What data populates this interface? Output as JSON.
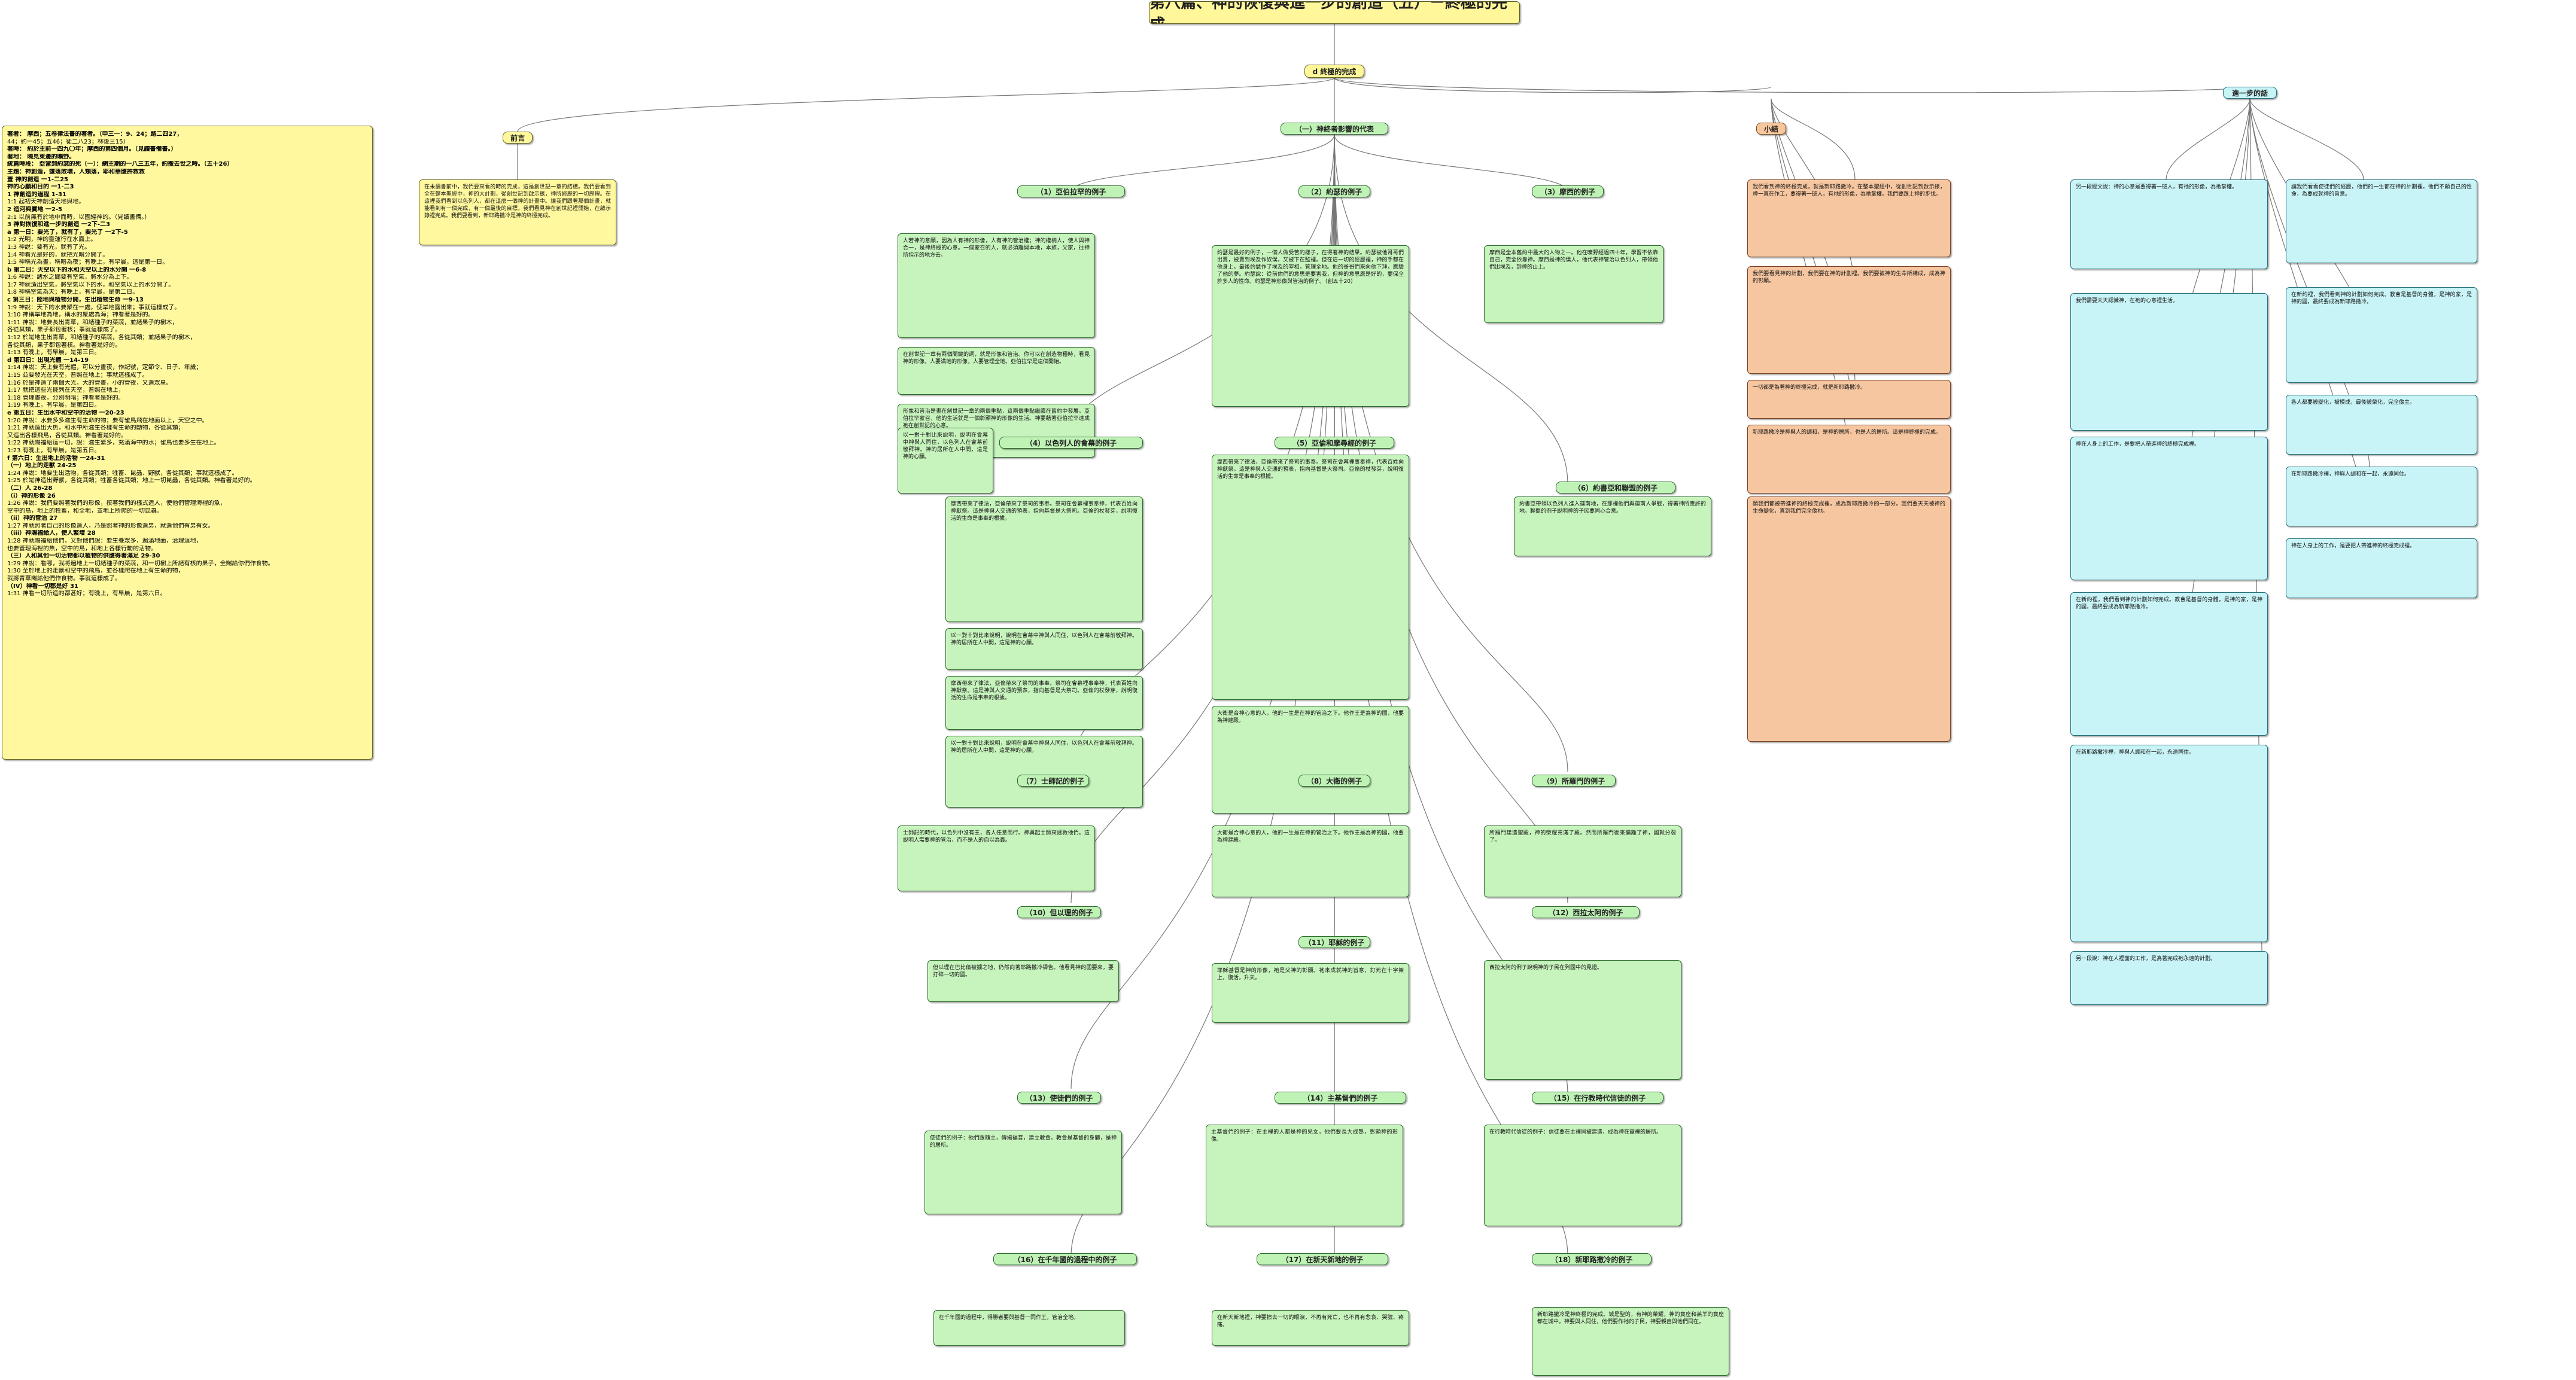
{
  "title": "第八篇、神的恢復與進一步的創造（五）－終極的完成",
  "root": "d 終極的完成",
  "branches": {
    "intro": "前言",
    "main": "（一）神終者影響的代表",
    "summary": "小結",
    "further": "進一步的話"
  },
  "groups": {
    "g1": "（1）亞伯拉罕的例子",
    "g2": "（2）約瑟的例子",
    "g3": "（3）摩西的例子",
    "g4": "（4）以色列人的會幕的例子",
    "g5": "（5）亞倫和摩尋經的例子",
    "g6": "（6）約書亞和聯盟的例子",
    "g7": "（7）士師記的例子",
    "g8": "（8）大衛的例子",
    "g9": "（9）所羅門的例子",
    "g10": "（10）但以理的例子",
    "g11": "（11）耶穌的例子",
    "g12": "（12）西拉太阿的例子",
    "g13": "（13）使徒們的例子",
    "g14": "（14）主基督們的例子",
    "g15": "（15）在行教時代信徒的例子",
    "g16": "（16）在千年國的過程中的例子",
    "g17": "（17）在新天新地的例子",
    "g18": "（18）新耶路撒冷的例子"
  },
  "outline": [
    "著者：   摩西；五卷律法書的著者。（申三一：9、24；路二四27，",
    "44；約一45；五46；徒二八23；林後三15）",
    "著時：   約於主前一四九〇年；摩西的第四個月。（見讀書備書。）",
    "著地：   曉見東邊的曠野。",
    "統篇時段：   亞當到約瑟的死（一）：網主期的一八三五年，約撒去世之時。（五十26）",
    "主題：神創造，墮落敗壞，人類落，耶和華應許救救",
    "壹   神的創造   一1-二25",
    "   神的心願和目的   一1-二3",
    "1    神創造的過程   1-31",
    "1:1  起初天神創造天地與地。",
    "2    造河與寶地   一2-5",
    "2:1  以前無有於地中而時，以國經神的。（見讀書備。）",
    "3    神對恢復和進一步的創造   一2下-二3",
    "a    第一日：要光了，就有了，要光了   一2下-5",
    "1:2  光明，神的靈運行在水面上。",
    "1:3  神說：要有光，就有了光。",
    "1:4  神看光是好的，就把光暗分開了。",
    "1:5  神稱光為畫，稱暗為夜；有晚上，有早晨，這是第一日。",
    "b    第二日：天空以下的水和天空以上的水分開   一6-8",
    "1:6  神說：諸水之間要有空氣，將水分為上下。",
    "1:7  神就造出空氣，將空氣以下的水，和空氣以上的水分開了。",
    "1:8  神稱空氣為天；有晚上，有早晨，是第二日。",
    "c    第三日：陸地與植物分開，生出植物生命   一9-13",
    "1:9  神說：天下的水要聚在一處，使旱地露出來；事就這樣成了。",
    "1:10 神稱旱地為地，稱水的聚處為海；神看著是好的。",
    "1:11 神說：地要長出青草，和結種子的菜蔬，並結果子的樹木，",
    "各從其類，果子都包著核；事就這樣成了。",
    "1:12 於是地生出青草，和結種子的菜蔬，各從其類；並結果子的樹木，",
    "各從其類，果子都包著核。神看著是好的。",
    "1:13 有晚上，有早晨，是第三日。",
    "d    第四日：出現光體   一14-19",
    "1:14 神說：天上要有光體，可以分晝夜，作記號，定節令、日子、年歲；",
    "1:15 並要發光在天空，普照在地上；事就這樣成了。",
    "1:16 於是神造了兩個大光，大的管晝，小的管夜，又造眾星。",
    "1:17 就把這些光擺列在天空，普照在地上，",
    "1:18 管理晝夜，分別明暗；神看著是好的。",
    "1:19 有晚上，有早晨，是第四日。",
    "e    第五日：生出水中和空中的活物   一20-23",
    "1:20 神說：水要多多滋生有生命的物；要有雀鳥飛在地面以上，天空之中。",
    "1:21 神就造出大魚，和水中所滋生各樣有生命的動物，各從其類；",
    "又造出各樣飛鳥，各從其類。神看著是好的。",
    "1:22 神就賜福給這一切，說：滋生繁多，充滿海中的水；雀鳥也要多生在地上。",
    "1:23 有晚上，有早晨，是第五日。",
    "f    第六日：生出地上的活物   一24-31",
    "（一）地上的走獸   24-25",
    "1:24 神說：地要生出活物，各從其類；牲畜、昆蟲、野獸，各從其類；事就這樣成了。",
    "1:25 於是神造出野獸，各從其類；牲畜各從其類；地上一切昆蟲，各從其類。神看著是好的。",
    "（二）人   26-28",
    "（i）神的形像   26",
    "1:26 神說：我們要照著我們的形像，按著我們的樣式造人，使他們管理海裡的魚，",
    "空中的鳥，地上的牲畜，和全地，並地上所爬的一切昆蟲。",
    "（ii）神的管治   27",
    "1:27 神就照著自己的形像造人，乃是照著神的形像造男，就造他們有男有女。",
    "（iii）神賜福給人，使人繁增   28",
    "1:28 神就賜福給他們，又對他們說：要生養眾多，遍滿地面，治理這地，",
    "也要管理海裡的魚，空中的鳥，和地上各樣行動的活物。",
    "（三）人和其他一切活物都以植物的供應得著滿足   29-30",
    "1:29 神說：看哪，我將遍地上一切結種子的菜蔬，和一切樹上所結有核的果子，全賜給你們作食物。",
    "1:30 至於地上的走獸和空中的飛鳥，並各樣爬在地上有生命的物，",
    "我將青草賜給他們作食物。事就這樣成了。",
    "（IV）神看一切都是好   31",
    "1:31 神看一切所造的都甚好；有晚上，有早晨，是第六日。"
  ],
  "texts": {
    "intro": "在未讀書前中，我們要來看的時的完成，這是創世記一章的結構。我們要看到全在整本聖經中，神的大計劃，從創世記到啟示錄，神所經歷的一切歷程。在這裡我們看到以色列人，都在這麼一個神的計畫中。讓我們跟著那個計畫，就能看到有一個完成，有一個最後的目標。我們看見神在創世記裡開始，在啟示錄裡完成。我們要看到，新耶路撒冷是神的終極完成。",
    "g1a": "人若神的意願，因為人有神的形像，人有神的管治權；神的權柄人，使人與神合一，是神終極的心意。一個蒙召的人，就必須離開本地，本族，父家，往神所指示的地方去。",
    "g1b": "在創世記一章有兩個關鍵的詞，就是形像和管治。你可以在創造物種時，看見神的形像。人要滿地的形像，人要管理全地。亞伯拉罕是這個開始。",
    "g1c": "形像和管治是畫在創世記一章的兩個重點，這兩個重點繼續在舊約中發展。亞伯拉罕蒙召，他的生活就是一個彰顯神的形像的生活。神要藉著亞伯拉罕達成祂在創世記的心意。",
    "g2a": "約瑟是最好的例子，一個人做受苦的樣子，在得著神的結果。約瑟被他哥哥們出賣，被賣到埃及作奴僕，又被下在監裡。但在這一切的經歷裡，神的手都在他身上。最後約瑟作了埃及的宰相，管理全地。他的哥哥們來向他下拜，應驗了他的夢。約瑟說：從前你們的意思是要害我，但神的意思原是好的，要保全許多人的性命。約瑟是神形像與管治的例子。（創五十20）",
    "g3a": "摩西是全本舊約中最大的人物之一。他在曠野經過四十年，學習不依靠自己，完全依靠神。摩西是神的僕人，他代表神管治以色列人，帶領他們出埃及，到神的山上。",
    "g4a": "以一對十對比來說明，說明在會幕中神與人同住，以色列人在會幕前敬拜神。神的居所在人中間，這是神的心願。",
    "g5a": "摩西帶來了律法，亞倫帶來了祭司的事奉。祭司在會幕裡事奉神，代表百姓向神獻祭。這是神與人交通的預表，指向基督是大祭司。亞倫的杖發芽，說明復活的生命是事奉的根據。",
    "g6a": "約書亞帶領以色列人進入迦南地，在那裡他們與迦南人爭戰，得著神所應許的地。聯盟的例子說明神的子民要同心合意。",
    "g7a": "士師記的時代，以色列中沒有王，各人任意而行。神興起士師來拯救他們。這說明人需要神的管治，而不是人的自以為義。",
    "g8a": "大衛是合神心意的人，他的一生是在神的管治之下。他作王是為神的國，他要為神建殿。",
    "g9a": "所羅門建造聖殿，神的榮耀充滿了殿。然而所羅門後來偏離了神，國就分裂了。",
    "g10a": "但以理在巴比倫被擄之地，仍然向著耶路撒冷禱告。他看見神的國要來，要打碎一切的國。",
    "g11a": "耶穌基督是神的形像，祂是父神的彰顯。祂來成就神的旨意，釘死在十字架上，復活，升天。",
    "g12a": "西拉太阿的例子說明神的子民在列國中的見證。",
    "g13a": "使徒們的例子：他們跟隨主，傳揚福音，建立教會。教會是基督的身體，是神的居所。",
    "g14a": "主基督們的例子：在主裡的人都是神的兒女，他們要長大成熟，彰顯神的形像。",
    "g15a": "在行教時代信徒的例子：信徒要在主裡同被建造，成為神在靈裡的居所。",
    "g16a": "在千年國的過程中，得勝者要與基督一同作王，管治全地。",
    "g17a": "在新天新地裡，神要擦去一切的眼淚，不再有死亡，也不再有悲哀、哭號、疼痛。",
    "g18a": "新耶路撒冷是神終極的完成。城是聖的，有神的榮耀，神的寶座和羔羊的寶座都在城中。神要與人同住，他們要作祂的子民，神要親自與他們同在。",
    "sum1": "我們看到神的終極完成，就是新耶路撒冷。在整本聖經中，從創世記到啟示錄，神一直在作工，要得著一班人，有祂的形像，為祂掌權。我們要跟上神的步伐。",
    "sum2": "我們要看見神的計劃，我們要在神的計劃裡。我們要被神的生命所構成，成為神的彰顯。",
    "sum3": "一切都是為著神的終極完成，就是新耶路撒冷。",
    "sum4": "新耶路撒冷是神與人的調和，是神的居所，也是人的居所。這是神終極的完成。",
    "sum5": "願我們都被帶進神的終極完成裡，成為新耶路撒冷的一部分。我們要天天被神的生命變化，直到我們完全像祂。",
    "fur1": "另一段經文說：神的心意是要得著一班人，有祂的形像，為祂掌權。",
    "fur2": "讓我們看看使徒們的經歷，他們的一生都在神的計劃裡。他們不顧自己的性命，為要成就神的旨意。",
    "fur3": "我們需要天天認識神，在祂的心意裡生活。",
    "fur4": "在新約裡，我們看到神的計劃如何完成。教會是基督的身體，是神的家，是神的國，最終要成為新耶路撒冷。",
    "fur5": "各人都要被變化，被模成，最後被榮化，完全像主。",
    "fur6": "神在人身上的工作，是要把人帶進神的終極完成裡。",
    "fur7": "在新耶路撒冷裡，神與人調和在一起，永遠同住。",
    "fur8": "另一段說：神在人裡面的工作，是為著完成祂永遠的計劃。"
  },
  "colors": {
    "yellow": "#fff79a",
    "green": "#bff2b5",
    "orange": "#f7c79b",
    "cyan": "#c7f4f6"
  }
}
